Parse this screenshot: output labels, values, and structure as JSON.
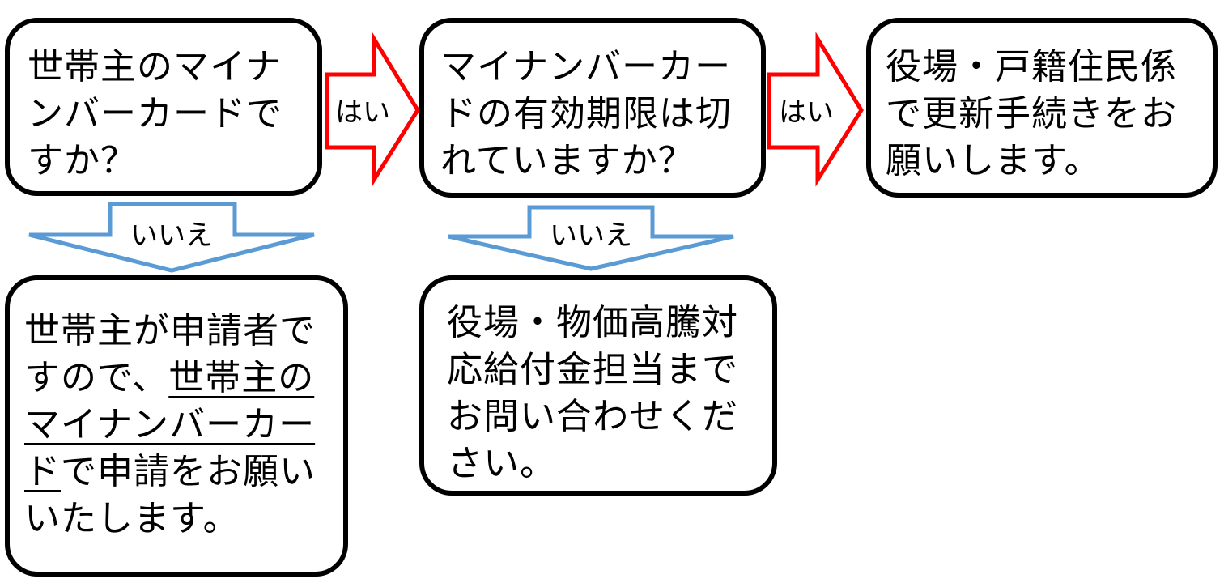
{
  "colors": {
    "yes_arrow": "#ff0000",
    "no_arrow": "#5b9bd5",
    "box_border": "#000000"
  },
  "boxes": {
    "q1": "世帯主のマイナンバーカードですか？",
    "q2": "マイナンバーカードの有効期限は切れていますか？",
    "yes_result": "役場・戸籍住民係で更新手続きをお願いします。",
    "no_result_1": {
      "before": "世帯主が申請者ですので、",
      "underlined": "世帯主のマイナンバーカード",
      "after": "で申請をお願いいたします。"
    },
    "no_result_2": "役場・物価高騰対応給付金担当までお問い合わせください。"
  },
  "arrows": {
    "yes_1": "はい",
    "yes_2": "はい",
    "no_1": "いいえ",
    "no_2": "いいえ"
  }
}
